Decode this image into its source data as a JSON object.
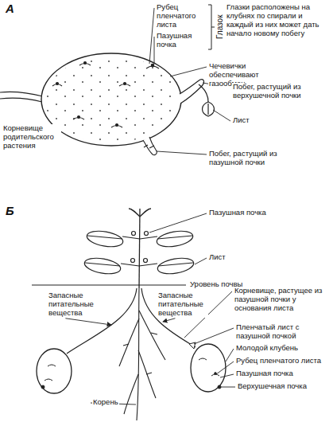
{
  "diagram": {
    "labels": [
      "А",
      "Рубец пленчатого листа",
      "Пазушная почка",
      "Глазок",
      "Глазки расположены на клубнях по спирали и каждый из них может дать начало новому побегу",
      "Чечевички обеспечивают газообмен",
      "Побег, растущий из верхушечной почки",
      "Лист",
      "Корневище родительского растения",
      "Побег, растущий из пазушной почки",
      "Б",
      "Пазушная почка",
      "Лист",
      "Уровень почвы",
      "Запасные питательные вещества",
      "Запасные питательные вещества",
      "Корневище, растущее из пазушной почки у основания листа",
      "Пленчатый лист с пазушной почкой",
      "Молодой клубень",
      "Рубец пленчатого листа",
      "Пазушная почка",
      "Верхушечная почка",
      "Корень"
    ]
  }
}
